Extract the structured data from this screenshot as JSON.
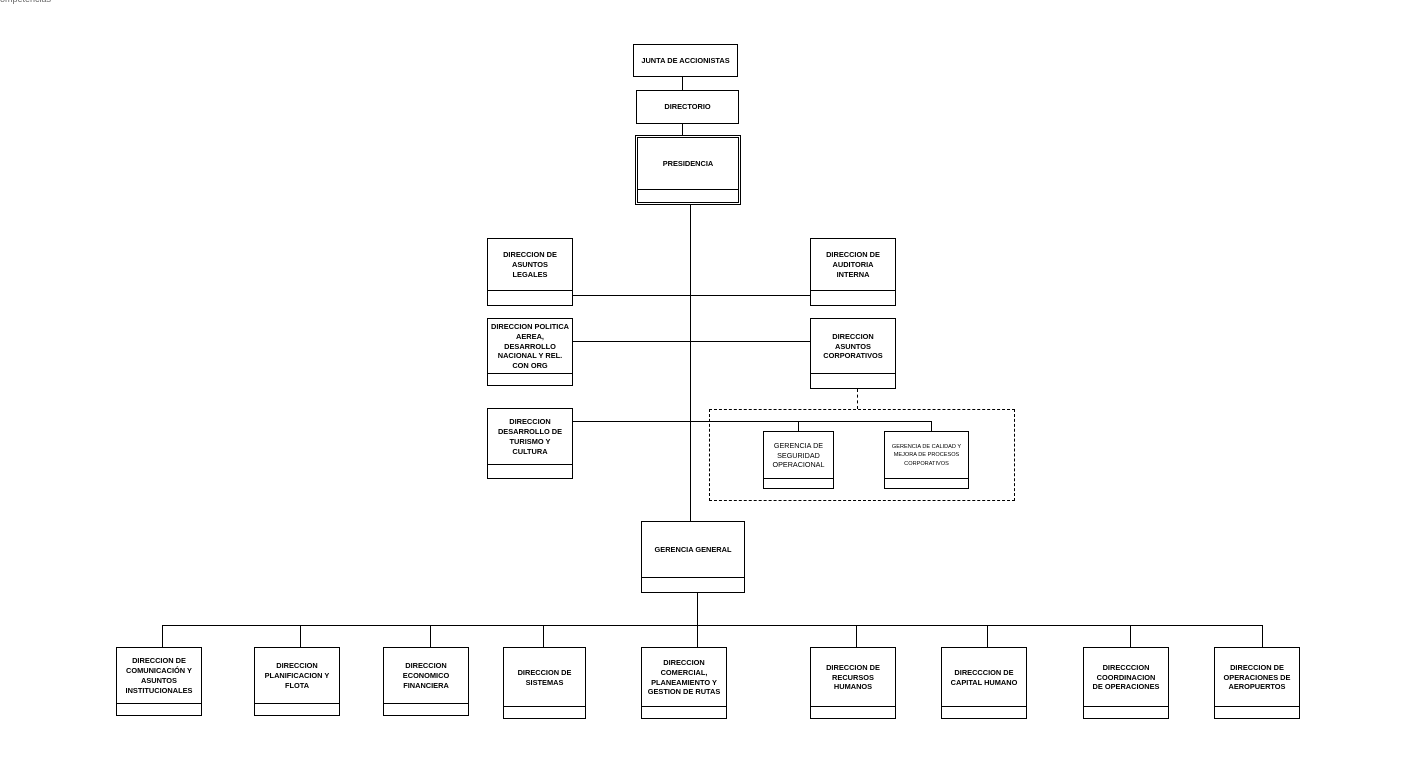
{
  "header_fragment": "ompetencias",
  "org": {
    "junta": "JUNTA DE ACCIONISTAS",
    "directorio": "DIRECTORIO",
    "presidencia": "PRESIDENCIA",
    "asuntos_legales": "DIRECCION DE ASUNTOS LEGALES",
    "auditoria": "DIRECCION DE AUDITORIA INTERNA",
    "politica": "DIRECCION POLITICA AEREA, DESARROLLO NACIONAL Y REL. CON ORG",
    "asuntos_corp": "DIRECCION ASUNTOS CORPORATIVOS",
    "turismo": "DIRECCION DESARROLLO DE TURISMO Y CULTURA",
    "seguridad": "GERENCIA DE SEGURIDAD OPERACIONAL",
    "calidad": "GERENCIA DE CALIDAD Y MEJORA DE PROCESOS CORPORATIVOS",
    "gerencia_general": "GERENCIA GENERAL",
    "bottom": [
      "DIRECCION DE COMUNICACIÓN Y ASUNTOS INSTITUCIONALES",
      "DIRECCION PLANIFICACION Y FLOTA",
      "DIRECCION ECONOMICO FINANCIERA",
      "DIRECCION DE SISTEMAS",
      "DIRECCION COMERCIAL, PLANEAMIENTO Y GESTION DE RUTAS",
      "DIRECCION DE RECURSOS HUMANOS",
      "DIRECCCION DE CAPITAL HUMANO",
      "DIRECCCION COORDINACION DE OPERACIONES",
      "DIRECCION DE OPERACIONES DE AEROPUERTOS"
    ]
  }
}
